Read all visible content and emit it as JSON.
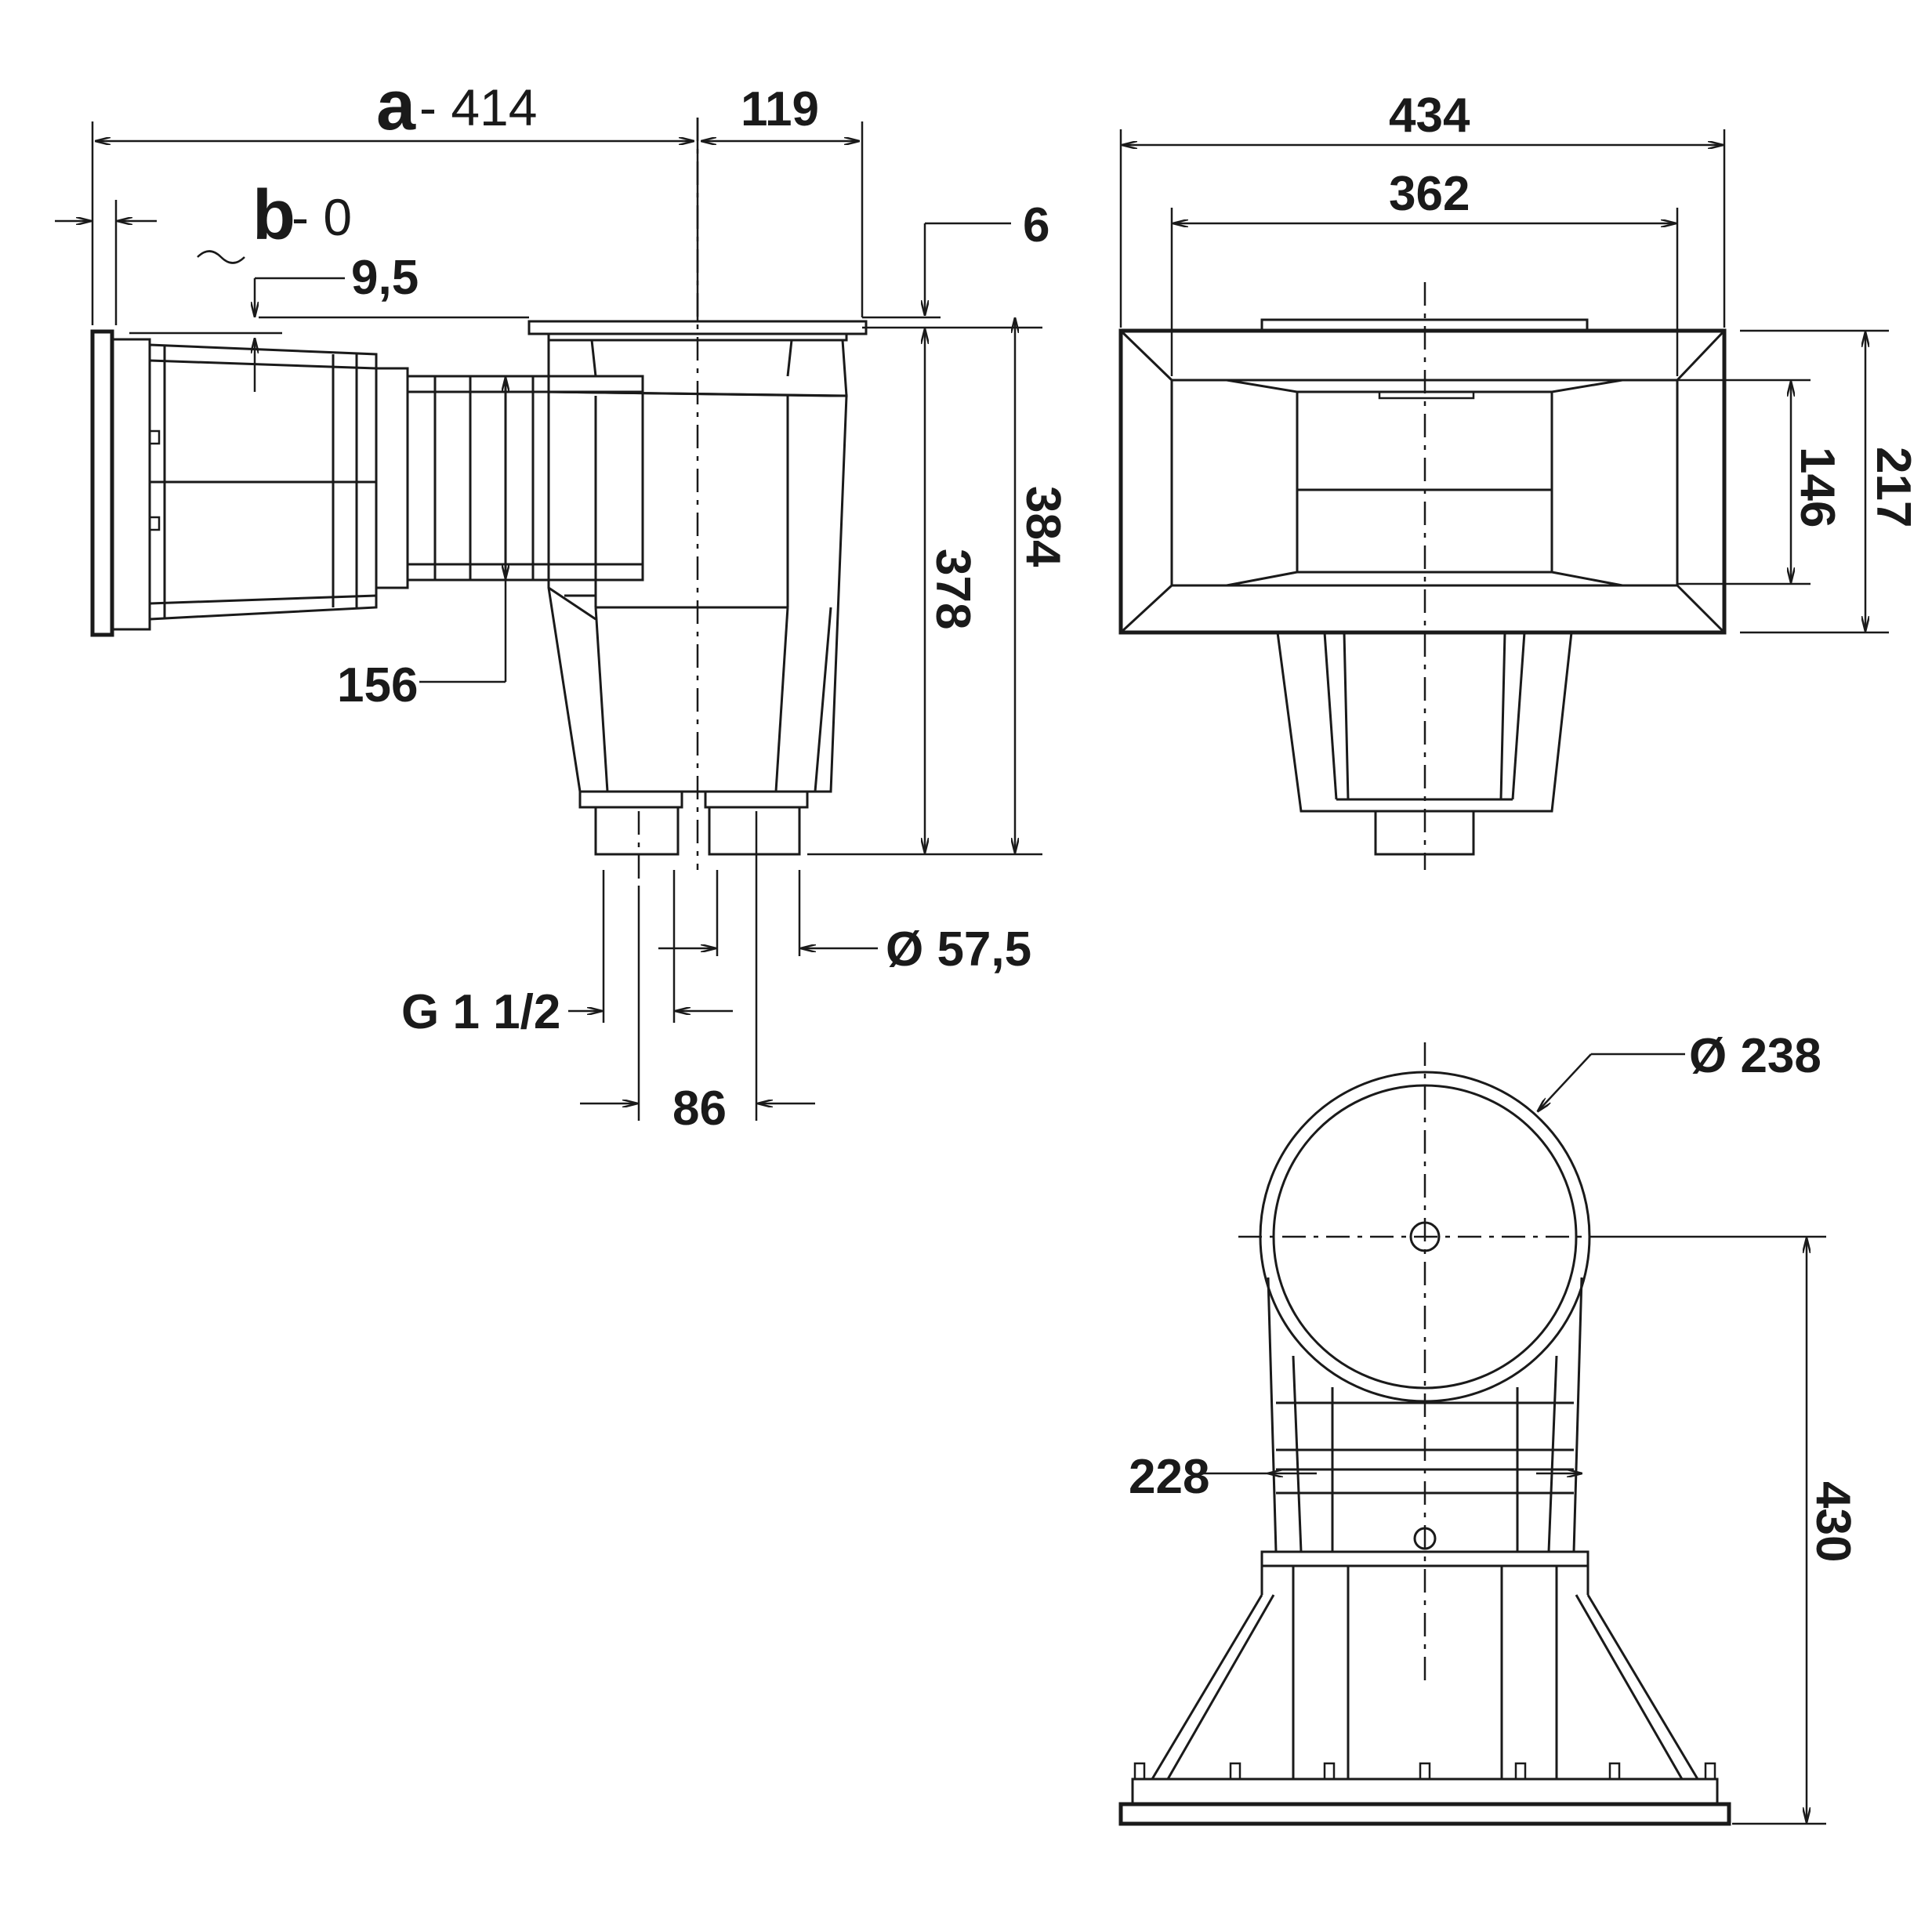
{
  "dimensions": {
    "a_letter": "a",
    "a_value": "- 414",
    "b_letter": "b",
    "b_value": "- 0",
    "d119": "119",
    "d6": "6",
    "d9_5": "9,5",
    "d156": "156",
    "d378": "378",
    "d384": "384",
    "d57_5": "Ø 57,5",
    "thread": "G 1 1/2",
    "d86": "86",
    "d434": "434",
    "d362": "362",
    "d146": "146",
    "d217": "217",
    "d238": "Ø 238",
    "d228": "228",
    "d430": "430"
  }
}
